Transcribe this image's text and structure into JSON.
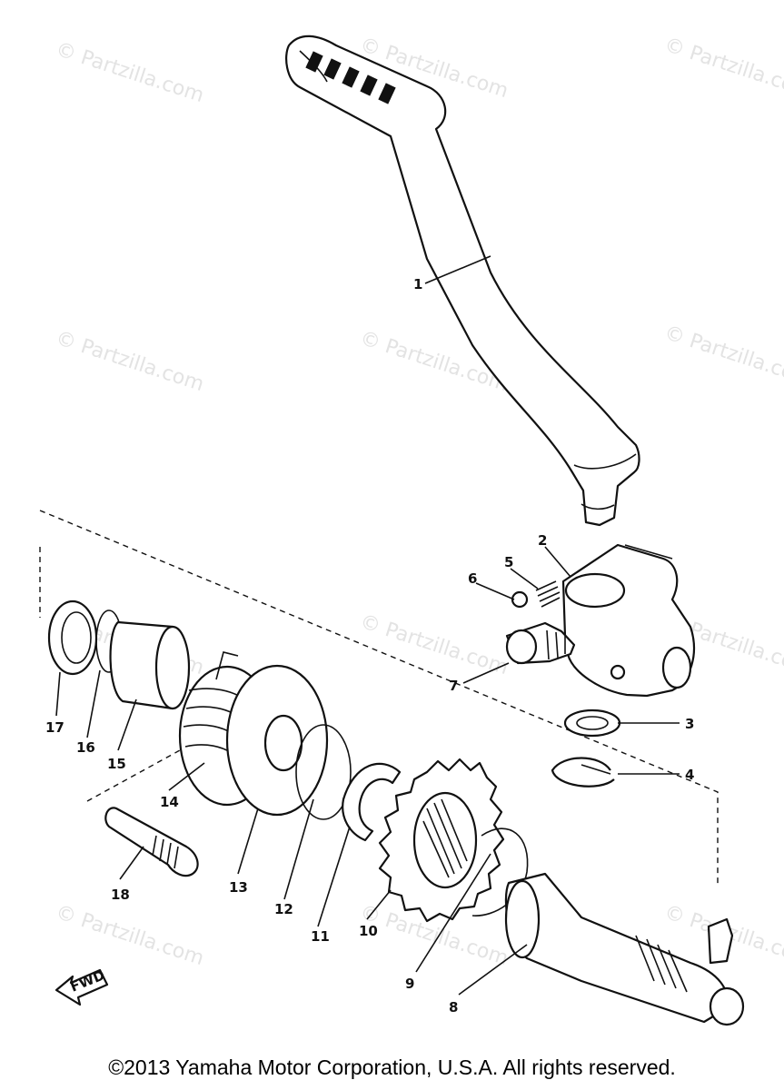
{
  "watermark": "© Partzilla.com",
  "callouts": [
    "1",
    "2",
    "3",
    "4",
    "5",
    "6",
    "7",
    "8",
    "9",
    "10",
    "11",
    "12",
    "13",
    "14",
    "15",
    "16",
    "17",
    "18"
  ],
  "fwd_label": "FWD",
  "copyright": "©2013 Yamaha Motor Corporation, U.S.A. All rights reserved."
}
